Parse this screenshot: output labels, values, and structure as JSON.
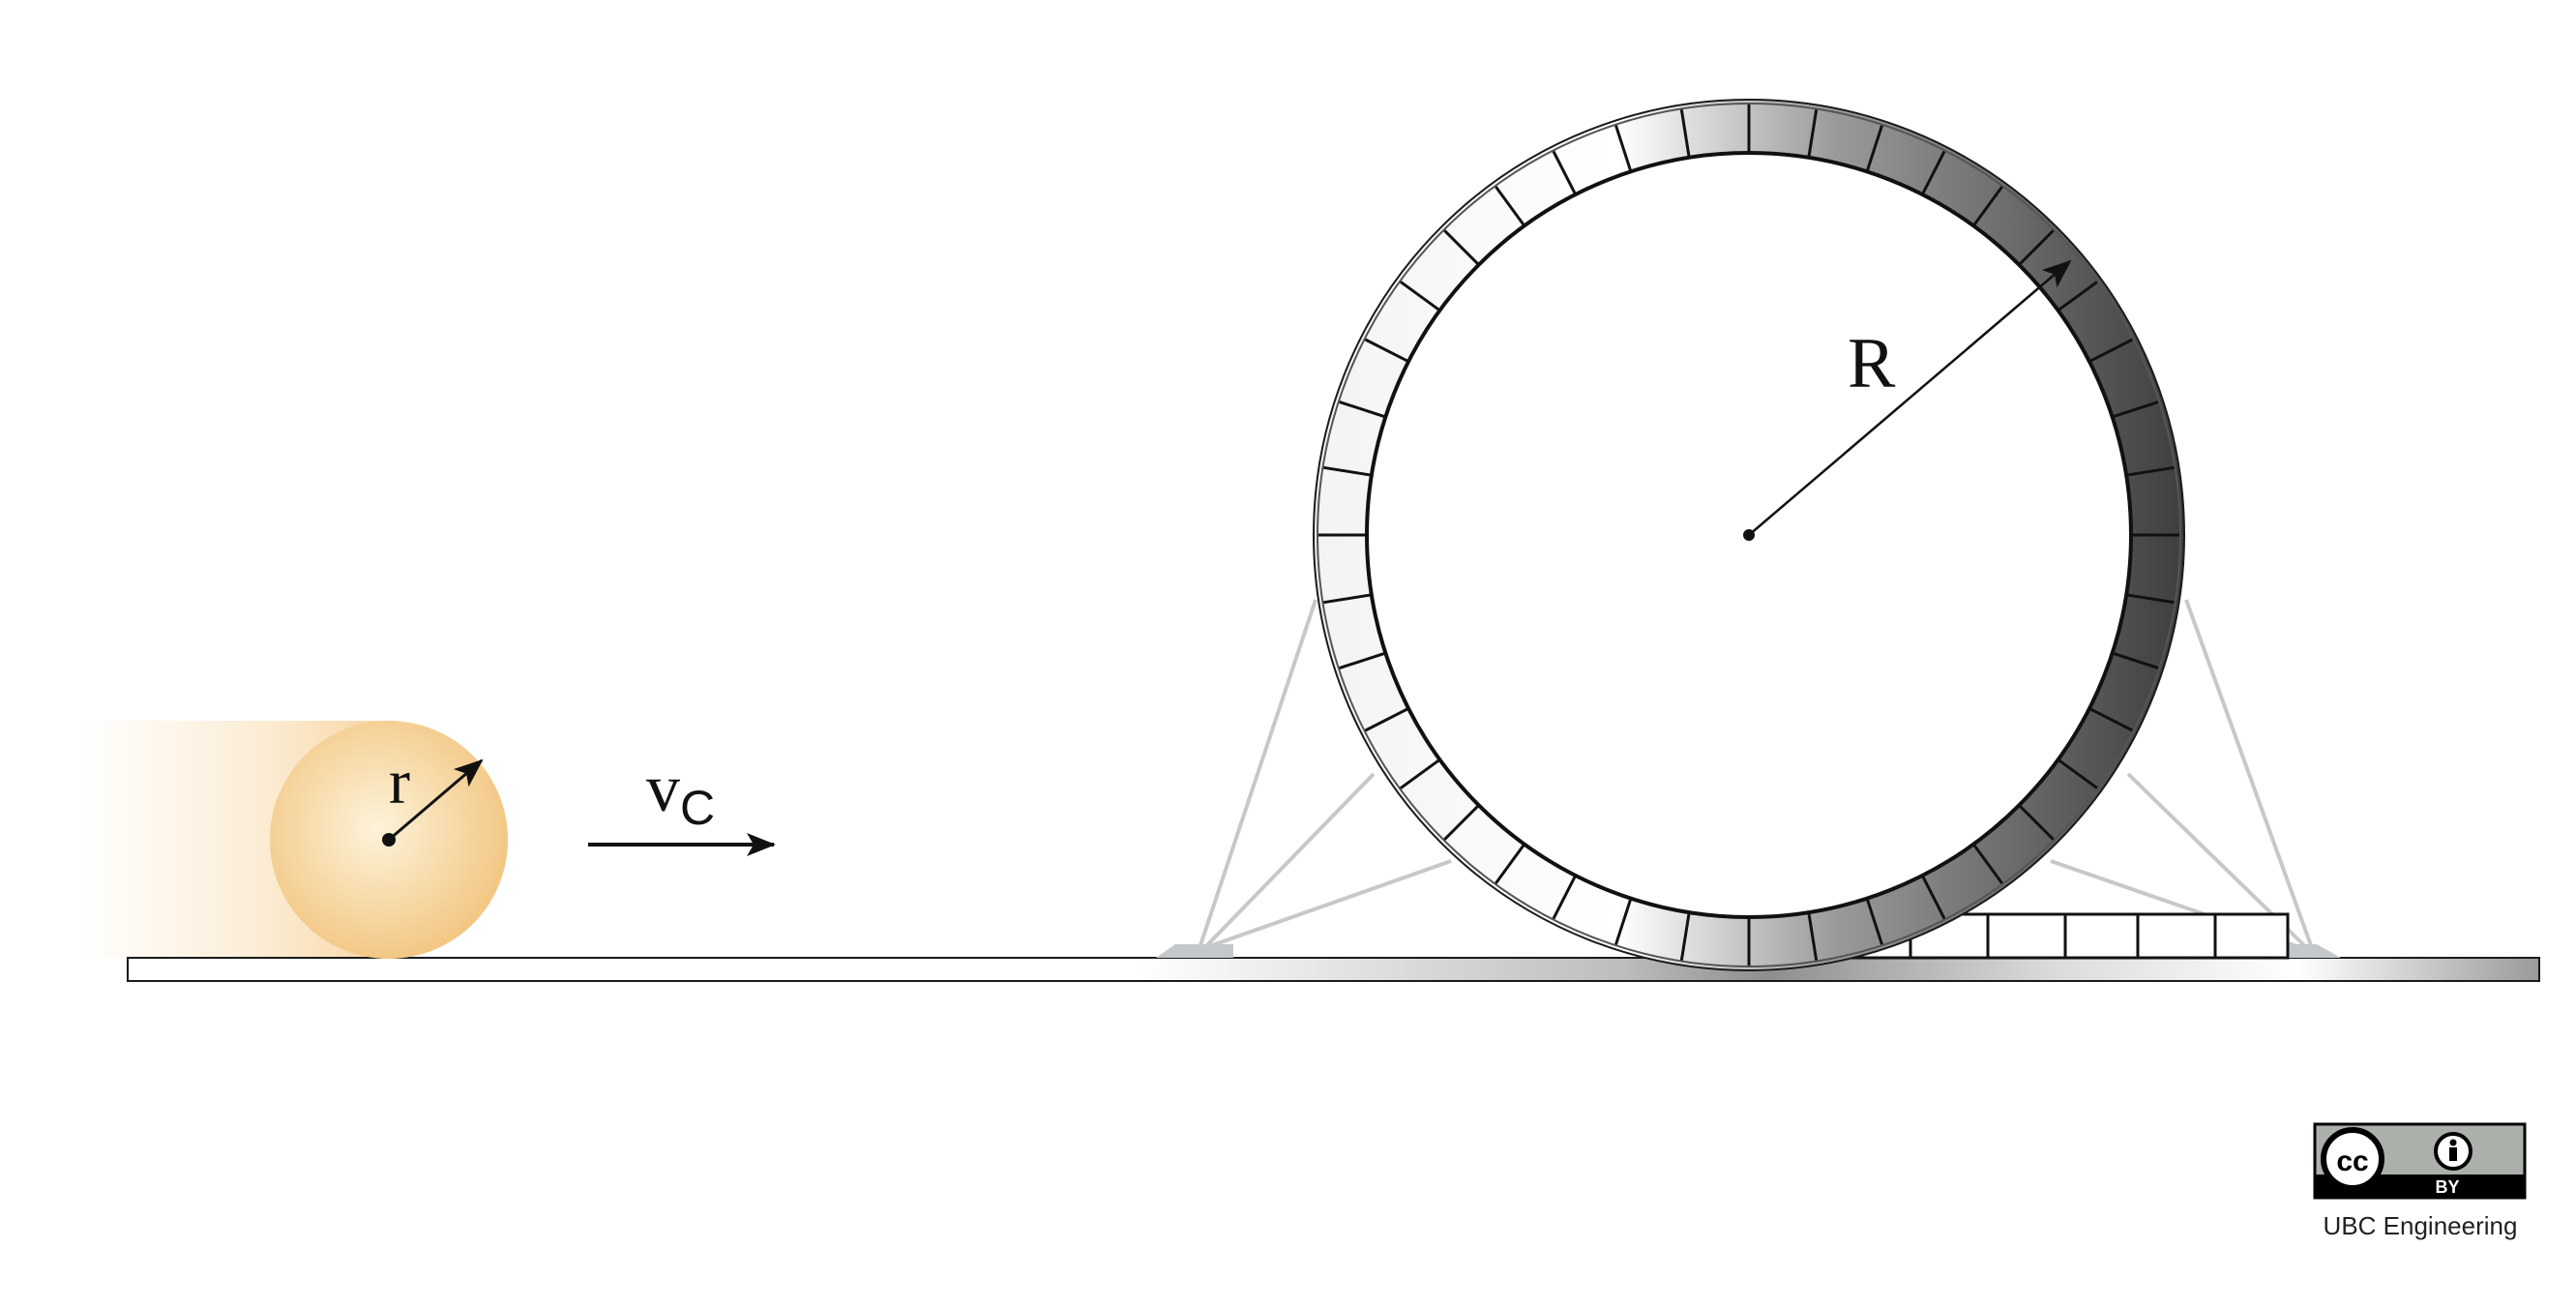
{
  "labels": {
    "ball_radius": "r",
    "velocity_main": "v",
    "velocity_sub": "C",
    "loop_radius": "R"
  },
  "license": {
    "badge_cc": "cc",
    "badge_by": "BY",
    "credit": "UBC Engineering"
  },
  "colors": {
    "ball_center": "#fdf0d2",
    "ball_edge": "#f2c47e",
    "track_light": "#ffffff",
    "track_dark": "#8a8a8a",
    "loop_light": "#f2f2f2",
    "loop_dark": "#3a3a3a",
    "support": "#c8c8c8",
    "ink": "#111111"
  },
  "icons": {
    "velocity_arrow": "arrow-right-icon",
    "cc_logo": "creative-commons-icon",
    "attribution": "attribution-person-icon"
  }
}
